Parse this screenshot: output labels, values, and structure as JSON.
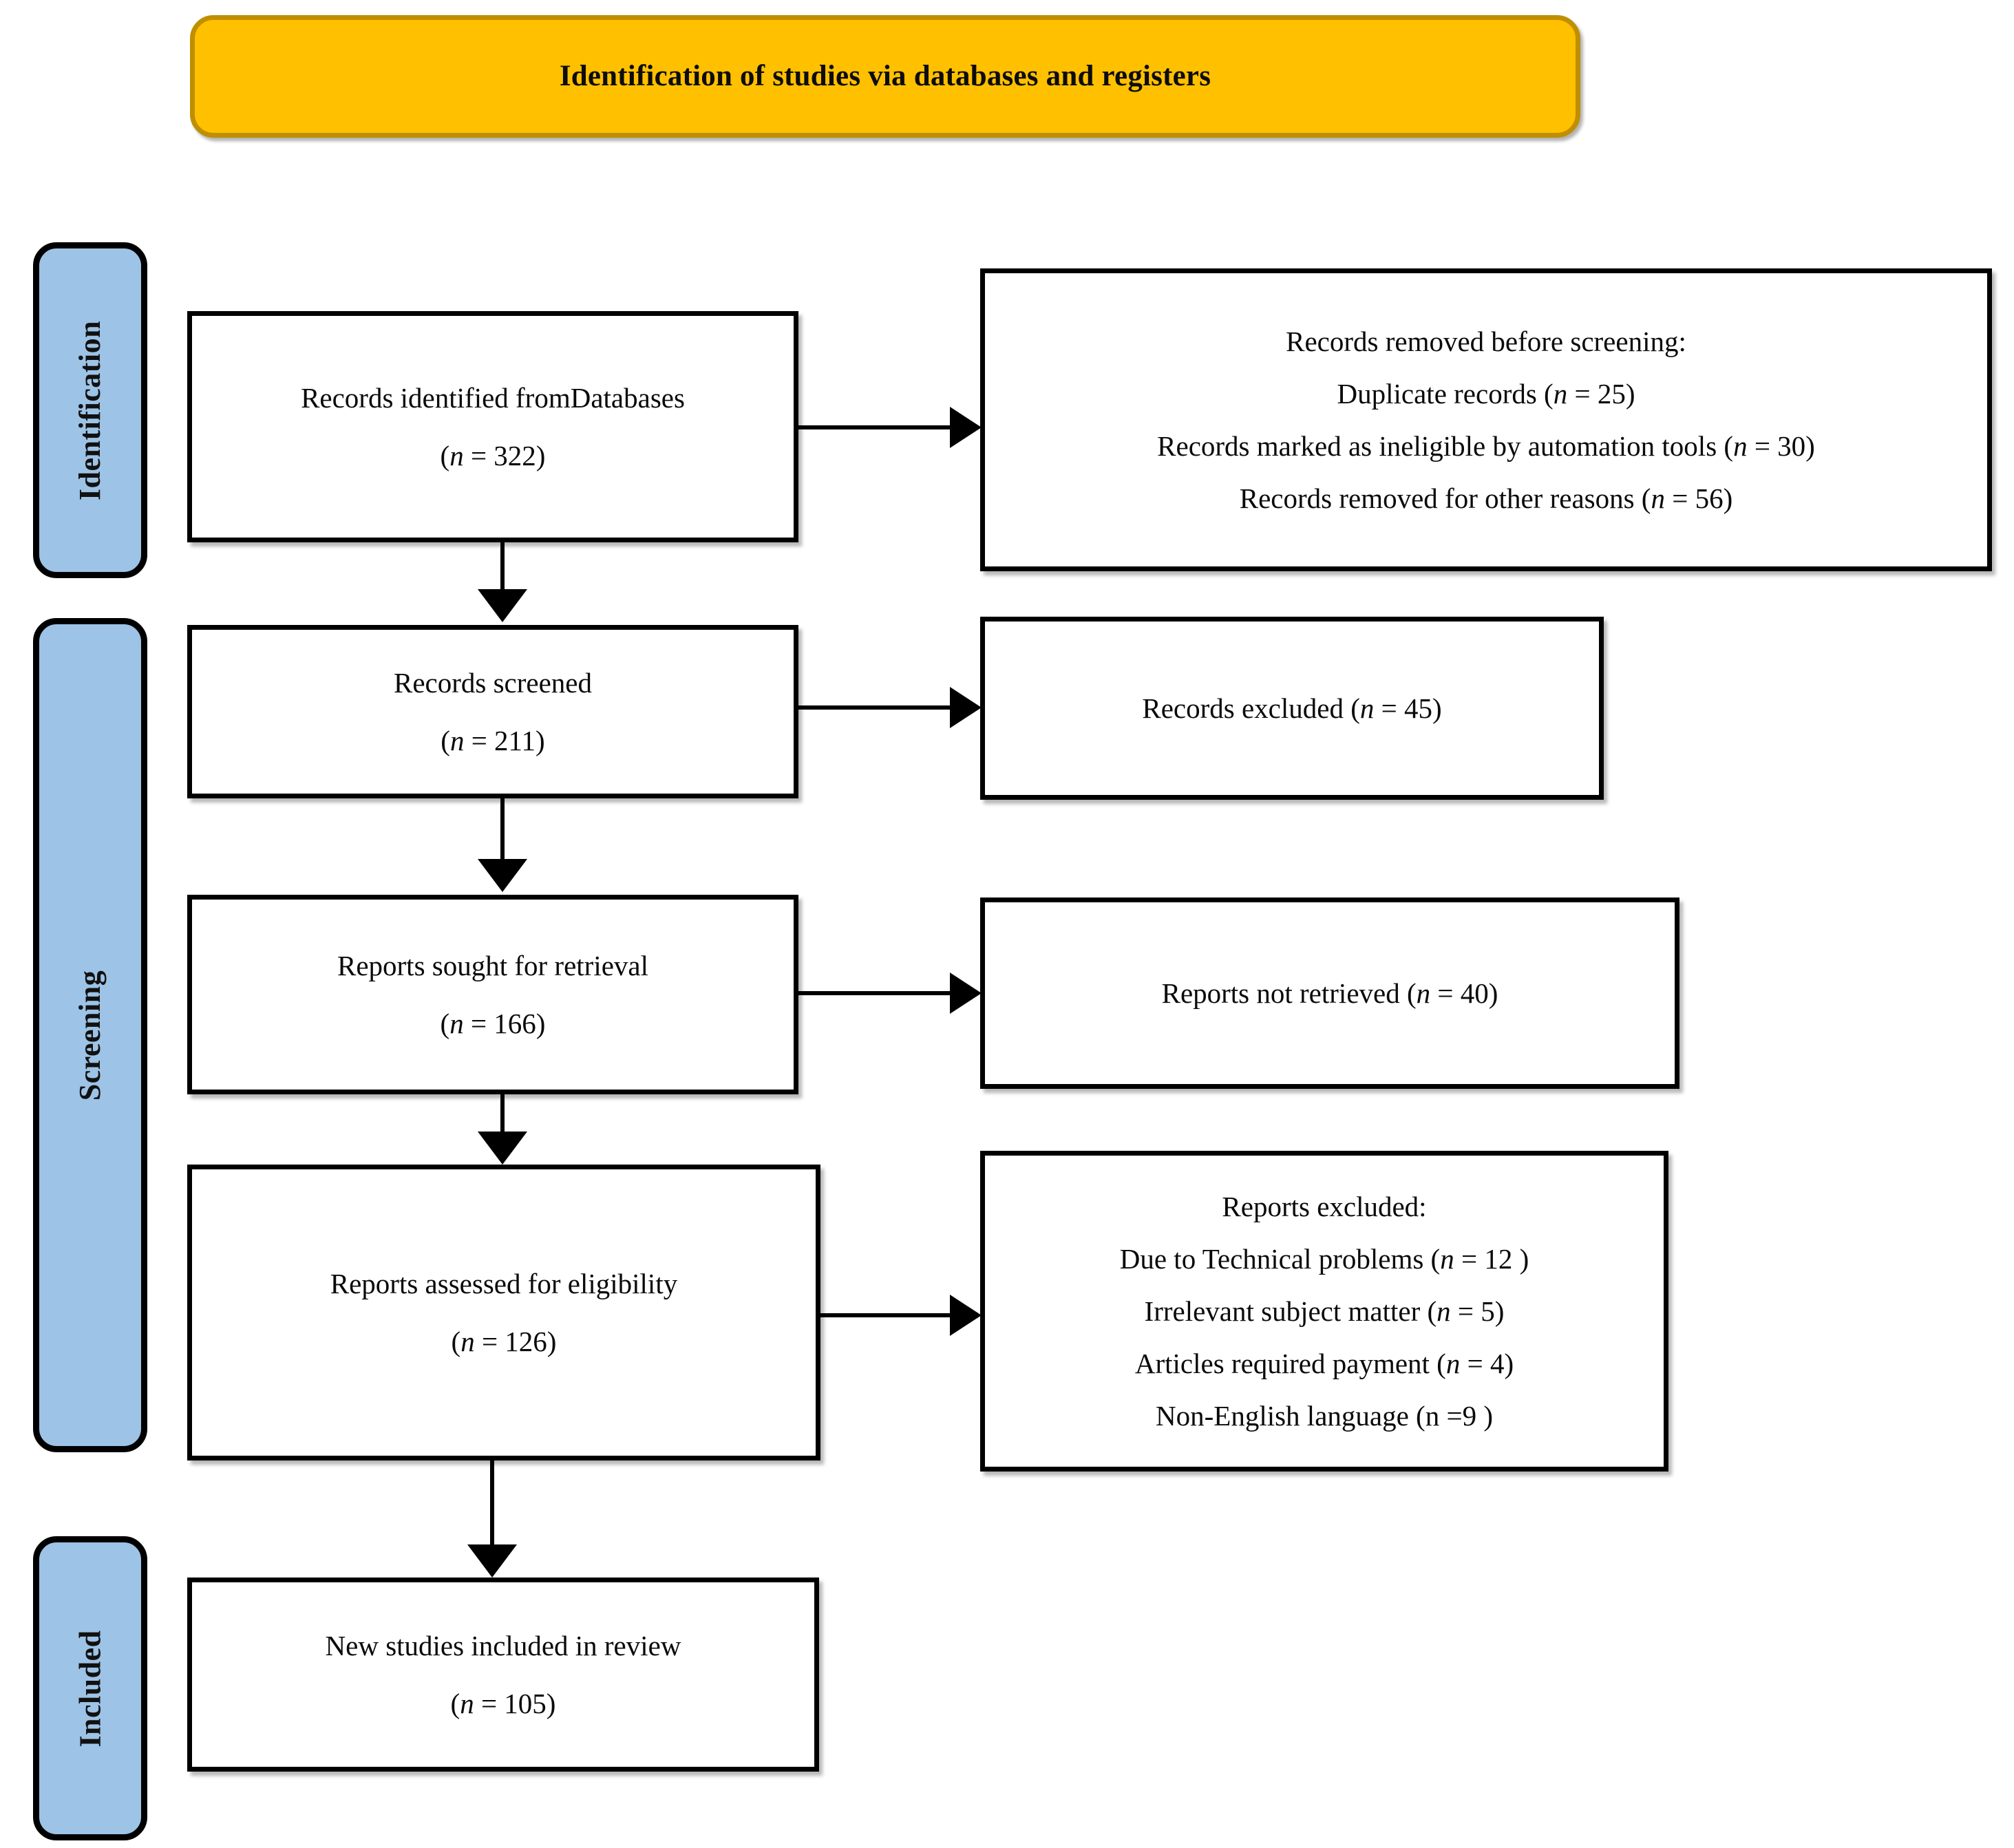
{
  "title": {
    "text": "Identification of studies via databases and registers",
    "background_color": "#FFC000",
    "border_color": "#BF8F00"
  },
  "stages": {
    "identification": "Identification",
    "screening": "Screening",
    "included": "Included",
    "background_color": "#9DC3E6"
  },
  "boxes": {
    "identified": {
      "line1": "Records identified fromDatabases",
      "line2_pre": "(",
      "line2_n": "n",
      "line2_post": " = 322)"
    },
    "screened": {
      "line1": "Records screened",
      "line2_pre": "(",
      "line2_n": "n",
      "line2_post": " = 211)"
    },
    "sought": {
      "line1": "Reports sought for retrieval",
      "line2_pre": "(",
      "line2_n": "n",
      "line2_post": " = 166)"
    },
    "assessed": {
      "line1": "Reports assessed for eligibility",
      "line2_pre": "(",
      "line2_n": "n",
      "line2_post": " = 126)"
    },
    "included": {
      "line1": "New studies included in review",
      "line2_pre": "(",
      "line2_n": "n",
      "line2_post": " = 105)"
    },
    "removed": {
      "heading": "Records removed before screening:",
      "item1_pre": "Duplicate records (",
      "item1_n": "n",
      "item1_post": " = 25)",
      "item2_pre": "Records marked as ineligible by automation tools (",
      "item2_n": "n",
      "item2_post": " = 30)",
      "item3_pre": "Records removed for other reasons (",
      "item3_n": "n",
      "item3_post": " = 56)"
    },
    "excluded": {
      "line1_pre": "Records excluded  (",
      "line1_n": "n",
      "line1_post": " = 45)"
    },
    "notretrieved": {
      "line1_pre": "Reports not retrieved (",
      "line1_n": "n",
      "line1_post": " = 40)"
    },
    "reports_excluded": {
      "heading": "Reports excluded:",
      "item1_pre": "Due to Technical problems (",
      "item1_n": "n",
      "item1_post": " = 12 )",
      "item2_pre": "Irrelevant subject matter (",
      "item2_n": "n",
      "item2_post": " = 5)",
      "item3_pre": "Articles required payment (",
      "item3_n": "n",
      "item3_post": " = 4)",
      "item4": "Non-English language (n =9 )"
    }
  },
  "chart_data": {
    "type": "diagram",
    "title": "Identification of studies via databases and registers",
    "stages": [
      "Identification",
      "Screening",
      "Included"
    ],
    "nodes": [
      {
        "id": "identified",
        "label": "Records identified fromDatabases",
        "n": 322,
        "stage": "Identification",
        "column": "left"
      },
      {
        "id": "removed",
        "label": "Records removed before screening",
        "stage": "Identification",
        "column": "right",
        "breakdown": [
          {
            "label": "Duplicate records",
            "n": 25
          },
          {
            "label": "Records marked as ineligible by automation tools",
            "n": 30
          },
          {
            "label": "Records removed for other reasons",
            "n": 56
          }
        ]
      },
      {
        "id": "screened",
        "label": "Records screened",
        "n": 211,
        "stage": "Screening",
        "column": "left"
      },
      {
        "id": "excluded",
        "label": "Records excluded",
        "n": 45,
        "stage": "Screening",
        "column": "right"
      },
      {
        "id": "sought",
        "label": "Reports sought for retrieval",
        "n": 166,
        "stage": "Screening",
        "column": "left"
      },
      {
        "id": "notretrieved",
        "label": "Reports not retrieved",
        "n": 40,
        "stage": "Screening",
        "column": "right"
      },
      {
        "id": "assessed",
        "label": "Reports assessed for eligibility",
        "n": 126,
        "stage": "Screening",
        "column": "left"
      },
      {
        "id": "reports_excluded",
        "label": "Reports excluded",
        "stage": "Screening",
        "column": "right",
        "breakdown": [
          {
            "label": "Due to Technical problems",
            "n": 12
          },
          {
            "label": "Irrelevant subject matter",
            "n": 5
          },
          {
            "label": "Articles required payment",
            "n": 4
          },
          {
            "label": "Non-English language",
            "n": 9
          }
        ]
      },
      {
        "id": "included",
        "label": "New studies included in review",
        "n": 105,
        "stage": "Included",
        "column": "left"
      }
    ],
    "edges": [
      {
        "from": "identified",
        "to": "removed",
        "direction": "right"
      },
      {
        "from": "identified",
        "to": "screened",
        "direction": "down"
      },
      {
        "from": "screened",
        "to": "excluded",
        "direction": "right"
      },
      {
        "from": "screened",
        "to": "sought",
        "direction": "down"
      },
      {
        "from": "sought",
        "to": "notretrieved",
        "direction": "right"
      },
      {
        "from": "sought",
        "to": "assessed",
        "direction": "down"
      },
      {
        "from": "assessed",
        "to": "reports_excluded",
        "direction": "right"
      },
      {
        "from": "assessed",
        "to": "included",
        "direction": "down"
      }
    ]
  }
}
